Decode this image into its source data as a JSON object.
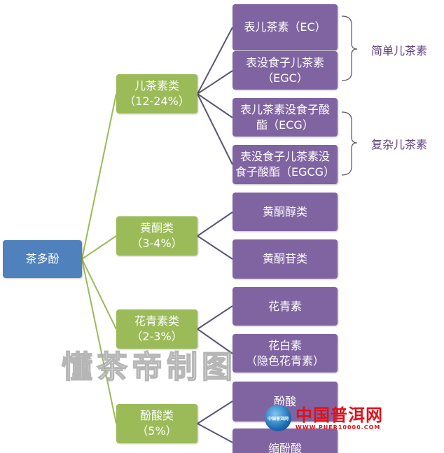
{
  "root": "茶多酚",
  "groups": [
    {
      "name": "儿茶素类",
      "pct": "（12-24%）"
    },
    {
      "name": "黄酮类",
      "pct": "（3-4%）"
    },
    {
      "name": "花青素类",
      "pct": "（2-3%）"
    },
    {
      "name": "酚酸类",
      "pct": "（5%）"
    }
  ],
  "leaves": [
    {
      "l1": "表儿茶素（EC）",
      "l2": ""
    },
    {
      "l1": "表没食子儿茶素",
      "l2": "（EGC）"
    },
    {
      "l1": "表儿茶素没食子酸",
      "l2": "酯（ECG）"
    },
    {
      "l1": "表没食子儿茶素没",
      "l2": "食子酸酯（EGCG）"
    },
    {
      "l1": "黄酮醇类",
      "l2": ""
    },
    {
      "l1": "黄酮苷类",
      "l2": ""
    },
    {
      "l1": "花青素",
      "l2": ""
    },
    {
      "l1": "花白素",
      "l2": "（隐色花青素）"
    },
    {
      "l1": "酚酸",
      "l2": ""
    },
    {
      "l1": "缩酚酸",
      "l2": ""
    }
  ],
  "brackets": [
    "简单儿茶素",
    "复杂儿茶素"
  ],
  "watermark": "懂茶帝制图",
  "logo": {
    "badge": "中国普洱网",
    "name": "中国普洱网",
    "url": "WWW.PUER10000.COM"
  }
}
